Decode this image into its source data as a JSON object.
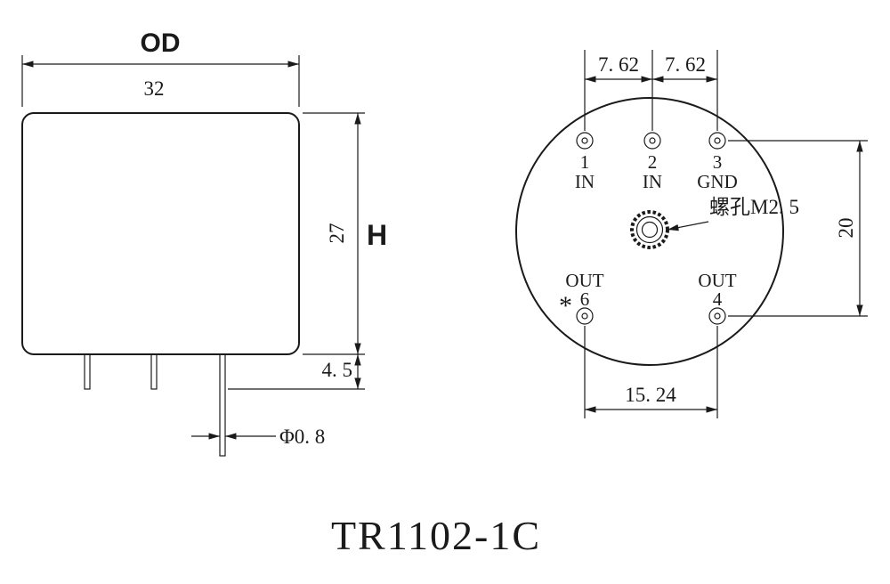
{
  "title": "TR1102-1C",
  "side_view": {
    "od_label": "OD",
    "width": "32",
    "height": "27",
    "height_label": "H",
    "pin_length": "4. 5",
    "pin_diameter": "Φ0. 8"
  },
  "bottom_view": {
    "pitch_left": "7. 62",
    "pitch_right": "7. 62",
    "vertical_pitch": "20",
    "bottom_pitch": "15. 24",
    "screw_label": "螺孔M2. 5",
    "star": "*",
    "pins": [
      {
        "num": "1",
        "label": "IN"
      },
      {
        "num": "2",
        "label": "IN"
      },
      {
        "num": "3",
        "label": "GND"
      },
      {
        "num": "6",
        "label": "OUT"
      },
      {
        "num": "4",
        "label": "OUT"
      }
    ]
  }
}
